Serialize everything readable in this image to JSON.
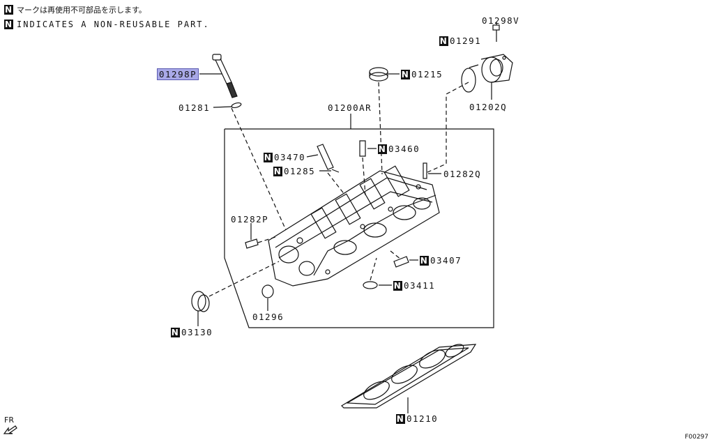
{
  "header": {
    "badge": "N",
    "note_jp": "マークは再使用不可部品を示します。",
    "note_en": "INDICATES A NON-REUSABLE PART."
  },
  "parts": [
    {
      "id": "01298V",
      "nonreusable": false,
      "highlighted": false
    },
    {
      "id": "01291",
      "nonreusable": true,
      "highlighted": false
    },
    {
      "id": "01298P",
      "nonreusable": false,
      "highlighted": true
    },
    {
      "id": "01215",
      "nonreusable": true,
      "highlighted": false
    },
    {
      "id": "01281",
      "nonreusable": false,
      "highlighted": false
    },
    {
      "id": "01200AR",
      "nonreusable": false,
      "highlighted": false
    },
    {
      "id": "01202Q",
      "nonreusable": false,
      "highlighted": false
    },
    {
      "id": "03470",
      "nonreusable": true,
      "highlighted": false
    },
    {
      "id": "03460",
      "nonreusable": true,
      "highlighted": false
    },
    {
      "id": "01285",
      "nonreusable": true,
      "highlighted": false
    },
    {
      "id": "01282Q",
      "nonreusable": false,
      "highlighted": false
    },
    {
      "id": "01282P",
      "nonreusable": false,
      "highlighted": false
    },
    {
      "id": "03407",
      "nonreusable": true,
      "highlighted": false
    },
    {
      "id": "03411",
      "nonreusable": true,
      "highlighted": false
    },
    {
      "id": "01296",
      "nonreusable": false,
      "highlighted": false
    },
    {
      "id": "03130",
      "nonreusable": true,
      "highlighted": false
    },
    {
      "id": "01210",
      "nonreusable": true,
      "highlighted": false
    }
  ],
  "direction": "FR",
  "figure_code": "F00297",
  "colors": {
    "highlight": "#a9a9e8",
    "line": "#111111"
  }
}
